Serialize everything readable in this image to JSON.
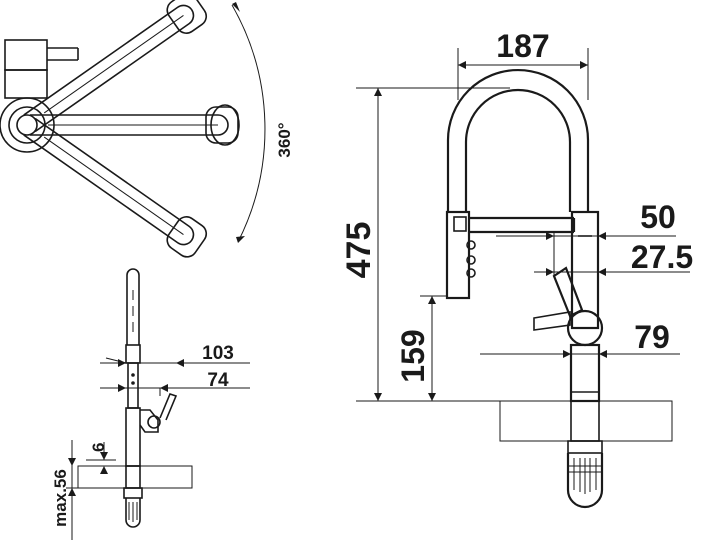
{
  "dimensions": {
    "rotation": "360°",
    "width_top": "187",
    "height_total": "475",
    "offset_50": "50",
    "offset_27_5": "27.5",
    "spout_height": "159",
    "base_79": "79",
    "side_103": "103",
    "side_74": "74",
    "side_6": "6",
    "max_56": "max.56"
  },
  "colors": {
    "ink": "#1a1a1a",
    "background": "#ffffff"
  }
}
